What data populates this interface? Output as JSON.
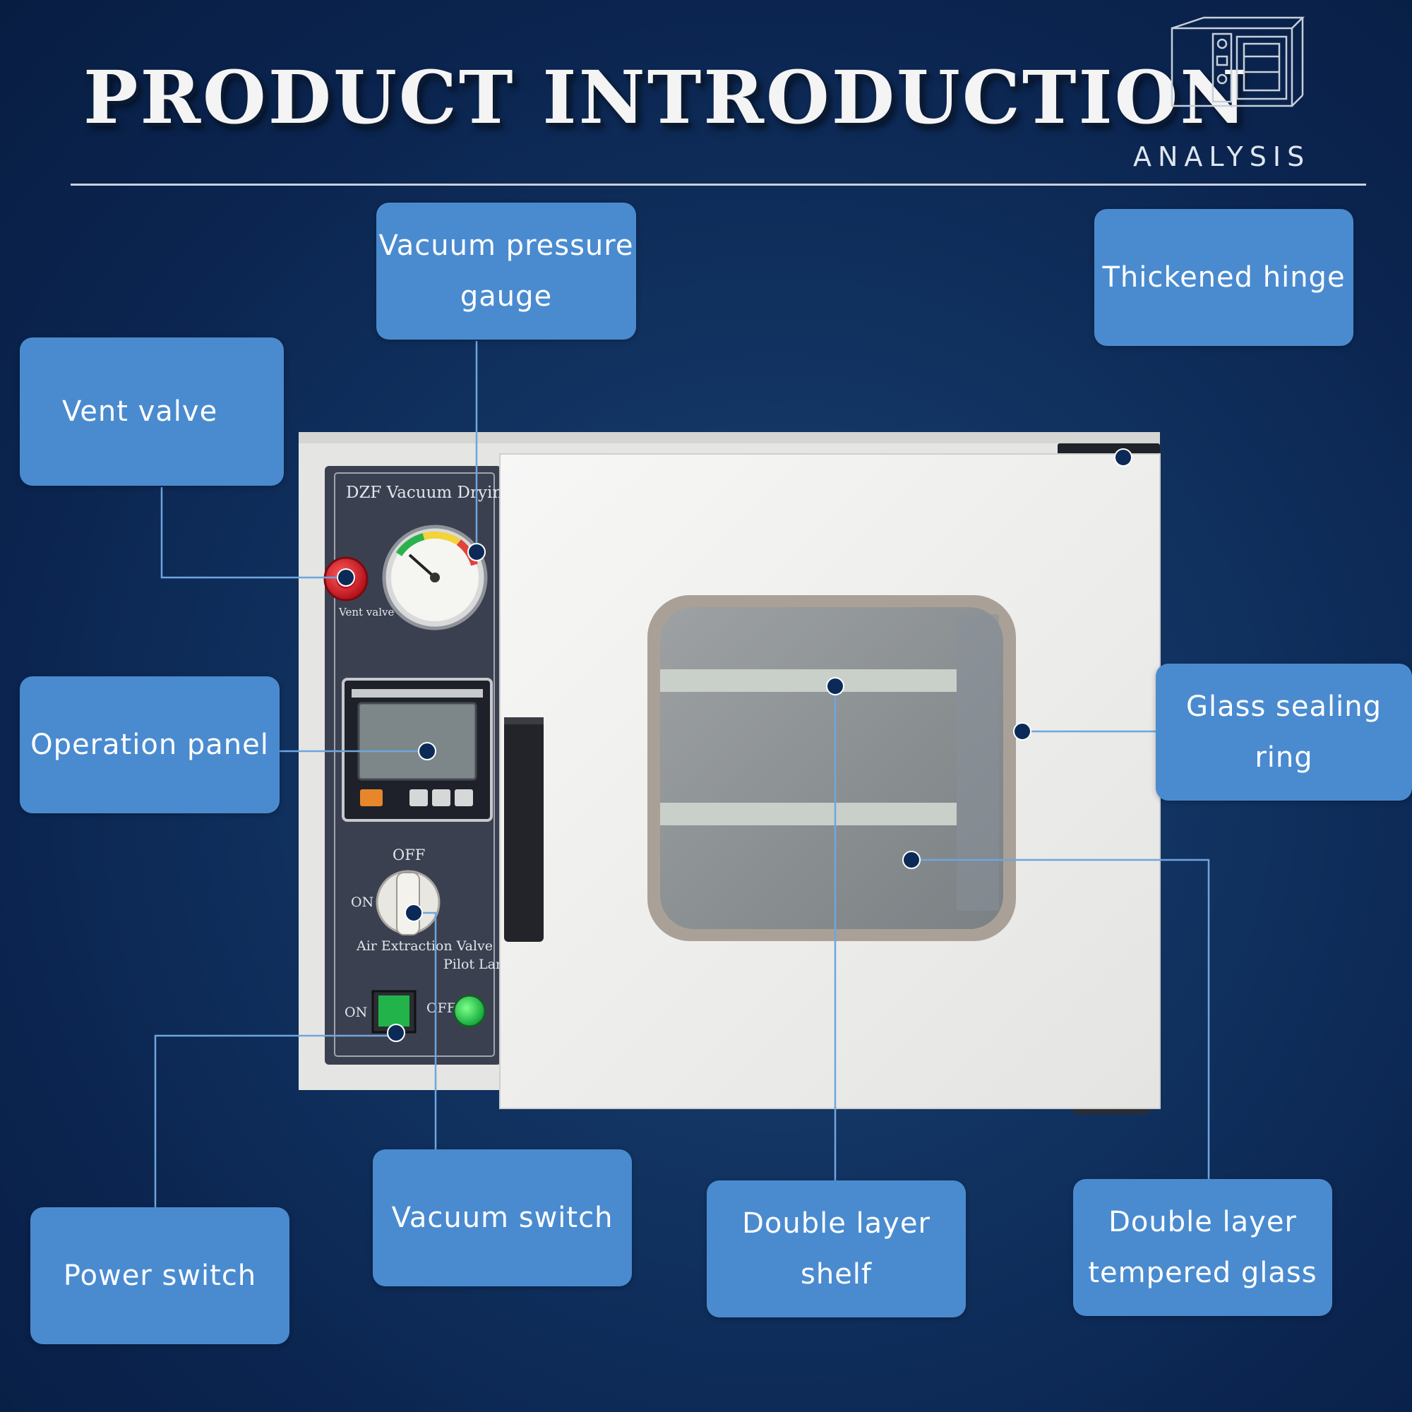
{
  "header": {
    "title": "PRODUCT INTRODUCTION",
    "subtitle": "ANALYSIS"
  },
  "oven": {
    "panel_title": "DZF Vacuum Drying Oven",
    "vent_label": "Vent valve",
    "off_label": "OFF",
    "on_label": "ON",
    "valve_label": "Air Extraction Valve",
    "pilot_label": "Pilot Lamp",
    "power_on": "ON",
    "power_off": "OFF"
  },
  "callouts": {
    "vacuum_gauge": "Vacuum pressure\ngauge",
    "thickened_hinge": "Thickened hinge",
    "vent_valve": "Vent valve",
    "operation_panel": "Operation panel",
    "glass_ring": "Glass sealing\nring",
    "power_switch": "Power switch",
    "vacuum_switch": "Vacuum switch",
    "shelf": "Double layer\nshelf",
    "tempered_glass": "Double layer\ntempered glass"
  },
  "colors": {
    "callout_bg": "#4a8bd0",
    "line": "#6ea6de",
    "dot": "#0b2a57"
  }
}
